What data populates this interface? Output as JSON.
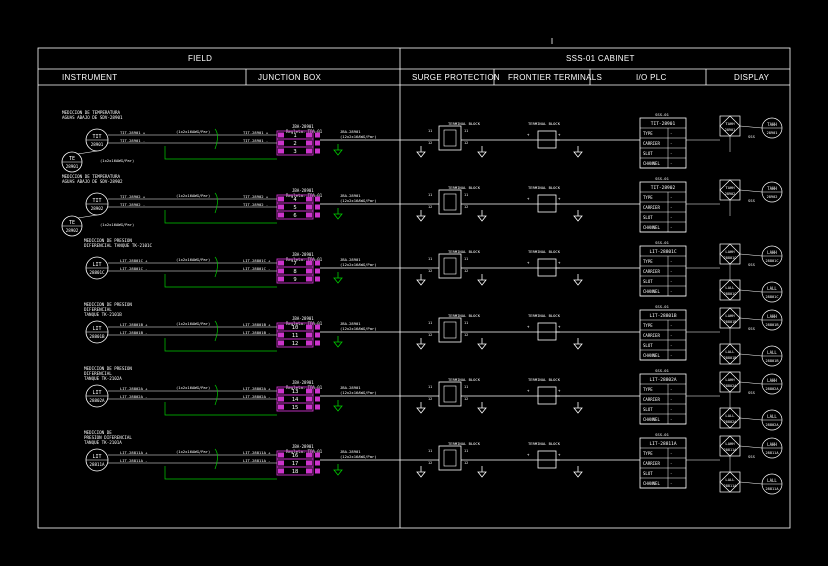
{
  "header": {
    "field": "FIELD",
    "cabinet": "SSS-01 CABINET",
    "instrument": "INSTRUMENT",
    "junction_box": "JUNCTION BOX",
    "surge_protection": "SURGE PROTECTION",
    "frontier_terminals": "FRONTIER TERMINALS",
    "io_plc": "I/O PLC",
    "display": "DISPLAY"
  },
  "labels": {
    "terminal_block": "TERMINAL BLOCK",
    "jb_tag": "JBA-28901",
    "regleta": "Regleta: TBA-01",
    "cable_pair": "(1x2x16AWG/Par)",
    "cable_trunk": "(12x2x16AWG/Par)",
    "plc_rows": [
      "TYPE",
      "CARRIER",
      "SLOT",
      "CHANNEL"
    ],
    "plc_ref": "SSS-01",
    "sss_tag": "SSS"
  },
  "colors": {
    "line": "#ffffff",
    "ground": "#00cc00",
    "jb_block": "#cc33cc"
  },
  "loops": [
    {
      "desc": [
        "MEDICION DE TEMPERATURA",
        "AGUAS ABAJO DE SDV-28901"
      ],
      "instrument_top": "TIT",
      "instrument_num": "28901",
      "element_top": "TE",
      "element_num": "28901",
      "wire_tags": [
        "TIT-28901 +",
        "TIT-28901 -"
      ],
      "terminals": [
        "1",
        "2",
        "3"
      ],
      "plc_tag": "TIT-28901",
      "displays": [
        {
          "top": "TAHH",
          "num": "28901"
        }
      ]
    },
    {
      "desc": [
        "MEDICION DE TEMPERATURA",
        "AGUAS ABAJO DE SDV-28902"
      ],
      "instrument_top": "TIT",
      "instrument_num": "28902",
      "element_top": "TE",
      "element_num": "28902",
      "wire_tags": [
        "TIT-28902 +",
        "TIT-28902 -"
      ],
      "terminals": [
        "4",
        "5",
        "6"
      ],
      "plc_tag": "TIT-28902",
      "displays": [
        {
          "top": "TAHH",
          "num": "28902"
        }
      ]
    },
    {
      "desc": [
        "MEDICION DE PRESION",
        "DIFERENCIAL TANQUE TK-2101C"
      ],
      "instrument_top": "LIT",
      "instrument_num": "28801C",
      "wire_tags": [
        "LIT-28801C +",
        "LIT-28801C -"
      ],
      "terminals": [
        "7",
        "8",
        "9"
      ],
      "plc_tag": "LIT-28801C",
      "displays": [
        {
          "top": "LAHH",
          "num": "28801C"
        },
        {
          "top": "LALL",
          "num": "28801C"
        }
      ]
    },
    {
      "desc": [
        "MEDICION DE PRESION",
        "DIFERENCIAL",
        "TANQUE TK-2101B"
      ],
      "instrument_top": "LIT",
      "instrument_num": "28801B",
      "wire_tags": [
        "LIT-28801B +",
        "LIT-28801B -"
      ],
      "terminals": [
        "10",
        "11",
        "12"
      ],
      "plc_tag": "LIT-28801B",
      "displays": [
        {
          "top": "LAHH",
          "num": "28801B"
        },
        {
          "top": "LALL",
          "num": "28801B"
        }
      ]
    },
    {
      "desc": [
        "MEDICION DE PRESION",
        "DIFERENCIAL",
        "TANQUE TK-2102A"
      ],
      "instrument_top": "LIT",
      "instrument_num": "28802A",
      "wire_tags": [
        "LIT-28802A +",
        "LIT-28802A -"
      ],
      "terminals": [
        "13",
        "14",
        "15"
      ],
      "plc_tag": "LIT-28802A",
      "displays": [
        {
          "top": "LAHH",
          "num": "28802A"
        },
        {
          "top": "LALL",
          "num": "28802A"
        }
      ]
    },
    {
      "desc": [
        "MEDICION DE",
        "PRESION DIFERENCIAL",
        "TANQUE TK-2101A"
      ],
      "instrument_top": "LIT",
      "instrument_num": "28811A",
      "wire_tags": [
        "LIT-28811A +",
        "LIT-28811A -"
      ],
      "terminals": [
        "16",
        "17",
        "18"
      ],
      "plc_tag": "LIT-28811A",
      "displays": [
        {
          "top": "LAHH",
          "num": "28811A"
        },
        {
          "top": "LALL",
          "num": "28811A"
        }
      ]
    }
  ]
}
